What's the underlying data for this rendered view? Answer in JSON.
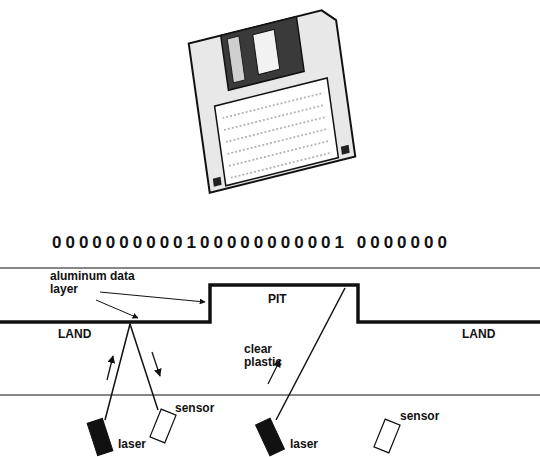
{
  "diagram": {
    "labels": [
      "0000000000100000000001 0000000",
      "aluminum data layer",
      "PIT",
      "LAND",
      "clear plastic",
      "LAND",
      "sensor",
      "laser",
      "sensor",
      "laser"
    ]
  }
}
